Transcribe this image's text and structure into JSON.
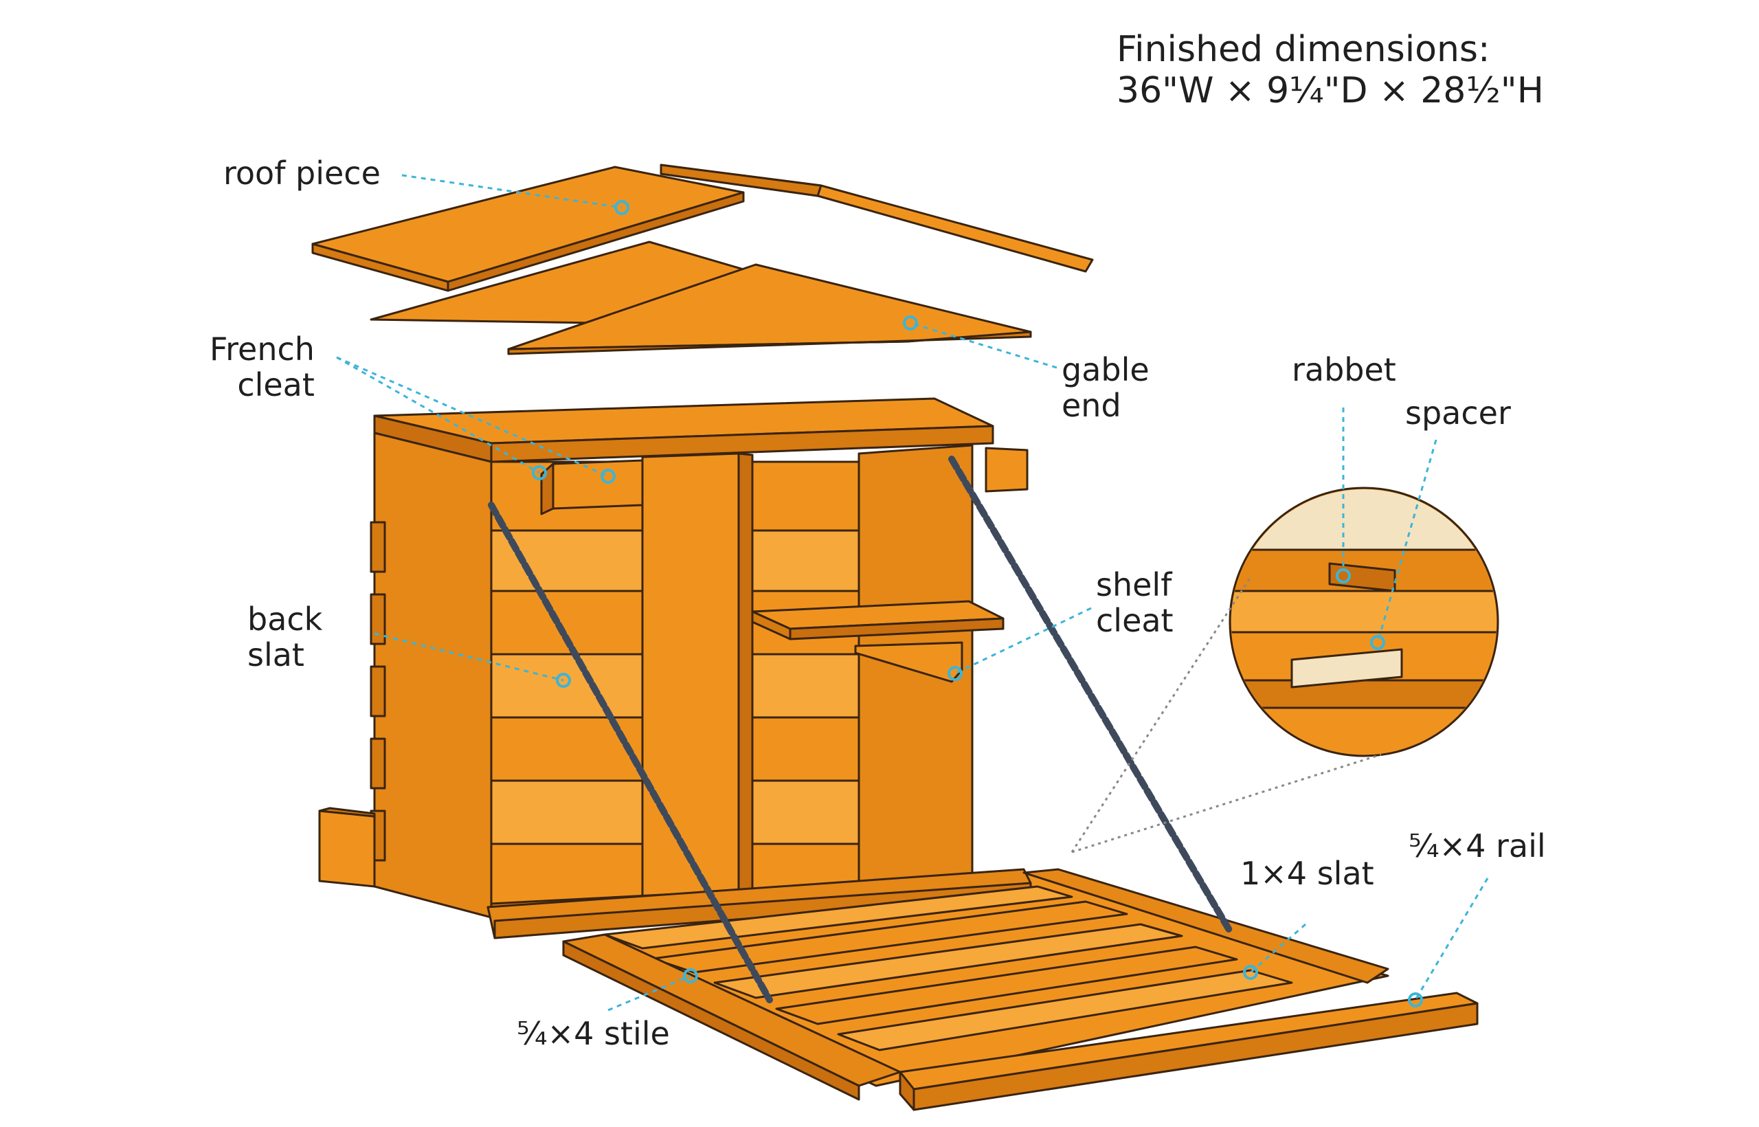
{
  "title": {
    "line1": "Finished dimensions:",
    "line2": "36\"W × 9¼\"D × 28½\"H"
  },
  "labels": {
    "roof_piece": "roof piece",
    "french_cleat": "French\ncleat",
    "gable_end": "gable\nend",
    "rabbet": "rabbet",
    "spacer": "spacer",
    "back_slat": "back\nslat",
    "shelf_cleat": "shelf\ncleat",
    "slat_1x4": "1×4 slat",
    "rail": "⁵⁄₄×4 rail",
    "stile": "⁵⁄₄×4 stile"
  },
  "colors": {
    "wood": "#F0931E",
    "wood_dark": "#D67A12",
    "wood_light": "#F7A83A",
    "outline": "#3A2410",
    "leader": "#3CB4D8",
    "chain": "#3E4A5C",
    "spacer": "#F4E3C0"
  }
}
